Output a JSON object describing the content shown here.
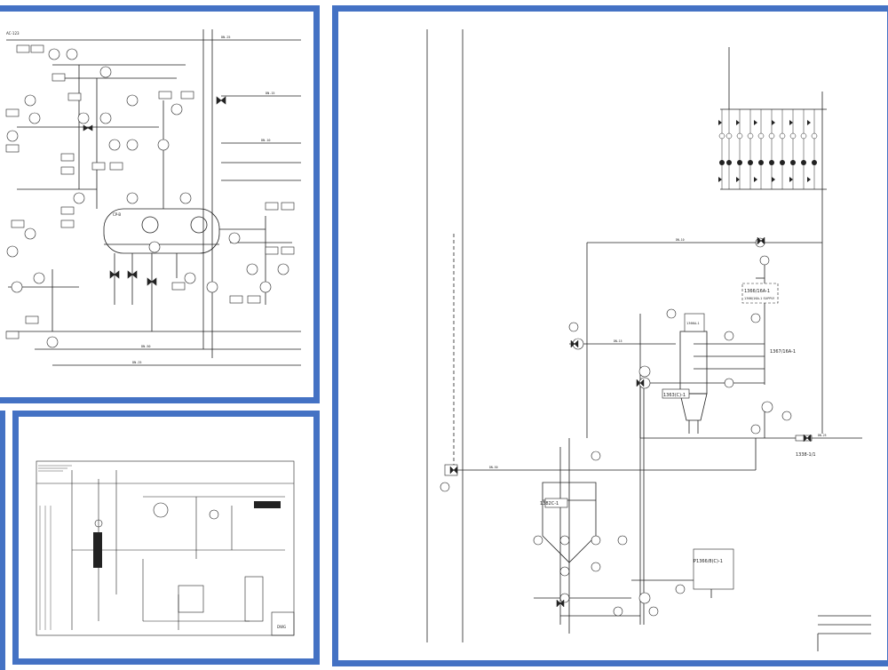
{
  "panels": {
    "top_left": {
      "tags": [
        "AC-123",
        "CP-B"
      ]
    },
    "right": {
      "tag_top": "1366/16A-1",
      "tag_supply": "1366/16A-1 SUPPLY",
      "tag_mid": "1367/16A-1",
      "tag_tank": "1366A-1",
      "tag_pump_box": "1363(C)-1",
      "tag_right_line": "1338-1/1",
      "tag_left_box": "1382C-1",
      "tag_bottom": "P1366/8(C)-1",
      "line_labels": [
        "DN-10",
        "DN-15",
        "DN-25",
        "DN-50"
      ]
    },
    "bottom_left": {
      "title_block": "DWG"
    }
  },
  "colors": {
    "frame": "#4472c4",
    "line": "#222222"
  }
}
